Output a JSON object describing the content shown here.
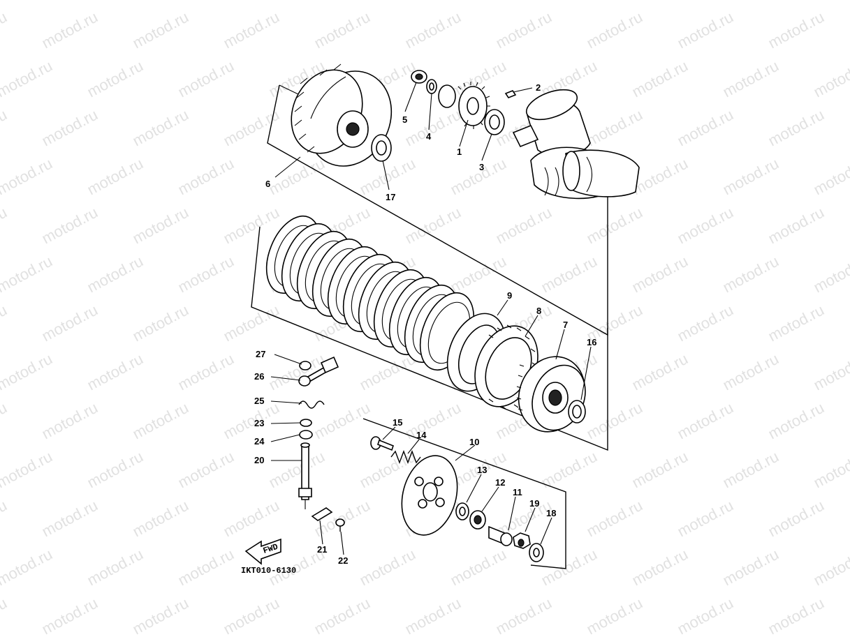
{
  "diagram": {
    "watermark": "motod.ru",
    "drawing_code": "IKT010-6130",
    "fwd_label": "FWD",
    "callouts": [
      "1",
      "2",
      "3",
      "4",
      "5",
      "6",
      "7",
      "8",
      "9",
      "10",
      "11",
      "12",
      "13",
      "14",
      "15",
      "16",
      "17",
      "18",
      "19",
      "20",
      "21",
      "22",
      "23",
      "24",
      "25",
      "26",
      "27"
    ]
  }
}
